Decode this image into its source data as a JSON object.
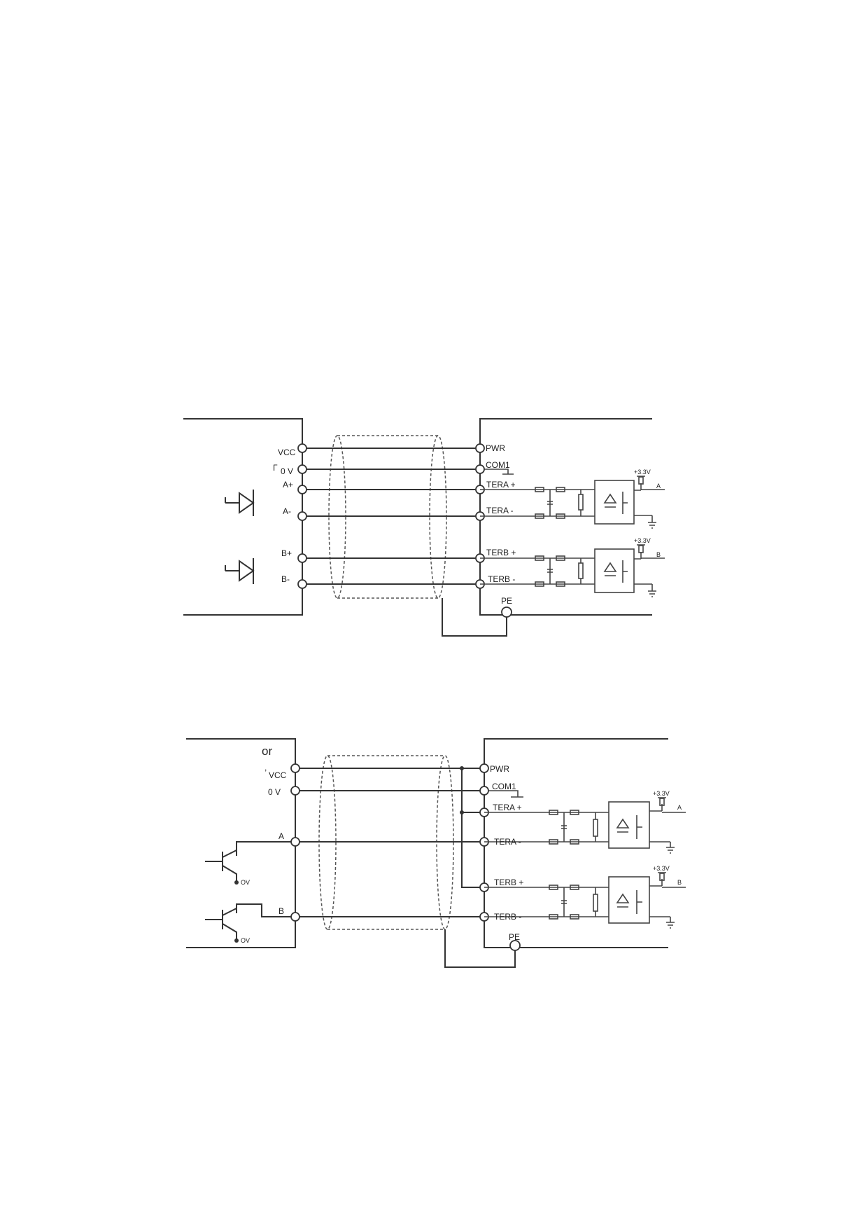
{
  "diagram1": {
    "left_labels": [
      "VCC",
      "0 V",
      "A+",
      "A-",
      "B+",
      "B-"
    ],
    "left_mark": "Γ",
    "right_labels": [
      "PWR",
      "COM1",
      "TERA +",
      "TERA -",
      "TERB +",
      "TERB -"
    ],
    "pe": "PE",
    "supply_a": "+3.3V",
    "supply_b": "+3.3V",
    "out_a": "A",
    "out_b": "B"
  },
  "diagram2": {
    "title_frag": "or",
    "tick": ",",
    "left_labels": [
      "VCC",
      "0 V",
      "A",
      "B"
    ],
    "ov_labels": [
      "OV",
      "OV"
    ],
    "right_labels": [
      "PWR",
      "COM1",
      "TERA +",
      "TERA -",
      "TERB +",
      "TERB -"
    ],
    "pe": "PE",
    "supply_a": "+3.3V",
    "supply_b": "+3.3V",
    "out_a": "A",
    "out_b": "B"
  }
}
